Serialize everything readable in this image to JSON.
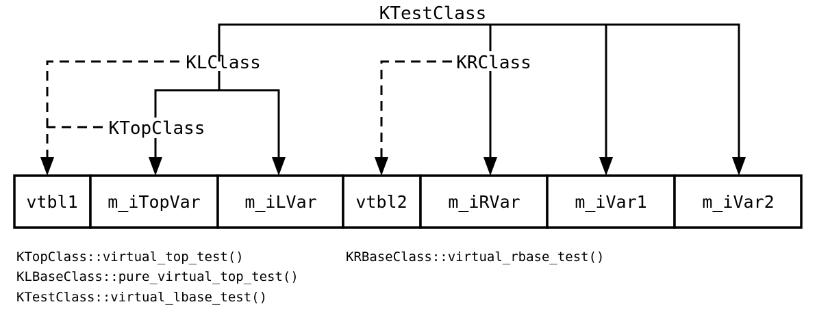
{
  "classes": {
    "test": "KTestClass",
    "left": "KLClass",
    "right": "KRClass",
    "top": "KTopClass"
  },
  "cells": [
    "vtbl1",
    "m_iTopVar",
    "m_iLVar",
    "vtbl2",
    "m_iRVar",
    "m_iVar1",
    "m_iVar2"
  ],
  "vtable_notes": {
    "left": [
      "KTopClass::virtual_top_test()",
      "KLBaseClass::pure_virtual_top_test()",
      "KTestClass::virtual_lbase_test()"
    ],
    "right": [
      "KRBaseClass::virtual_rbase_test()"
    ]
  },
  "colors": {
    "line": "#000000",
    "background": "#ffffff"
  }
}
